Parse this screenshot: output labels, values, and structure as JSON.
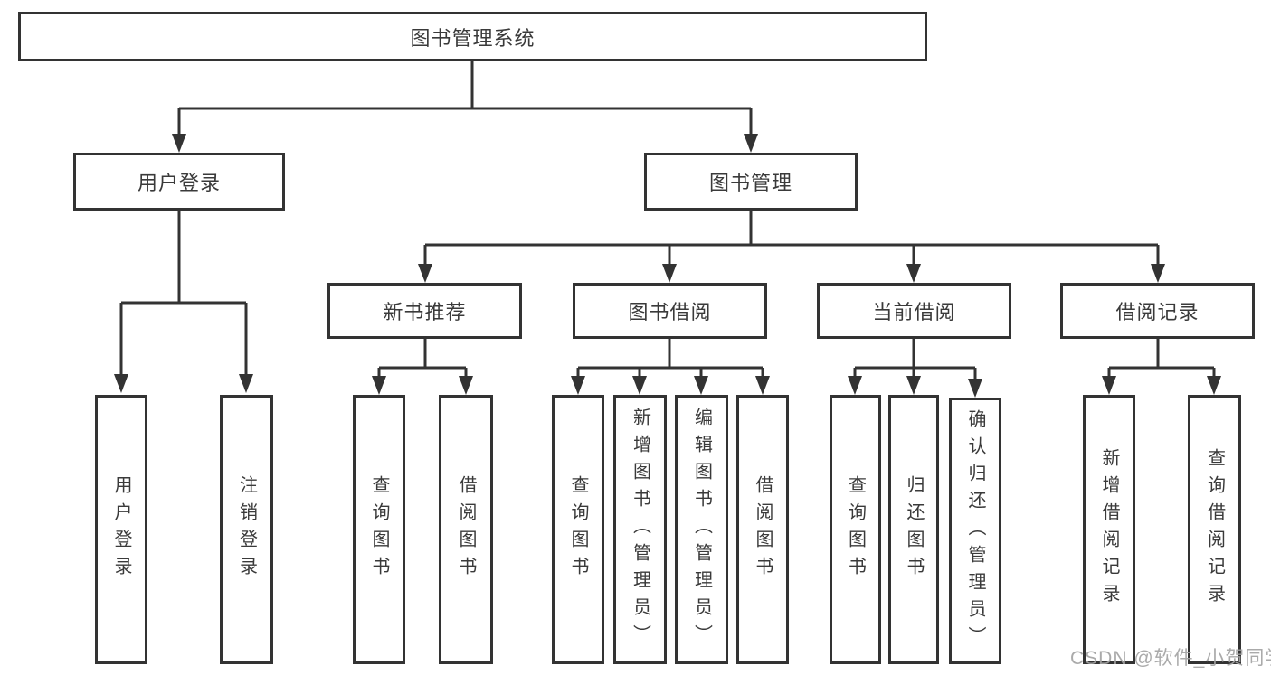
{
  "diagram": {
    "root": {
      "label": "图书管理系统"
    },
    "level2": [
      {
        "id": "user-login",
        "label": "用户登录"
      },
      {
        "id": "book-management",
        "label": "图书管理"
      }
    ],
    "level3": [
      {
        "id": "new-book-recommend",
        "label": "新书推荐"
      },
      {
        "id": "book-borrowing",
        "label": "图书借阅"
      },
      {
        "id": "current-borrowing",
        "label": "当前借阅"
      },
      {
        "id": "borrowing-records",
        "label": "借阅记录"
      }
    ],
    "leaves": {
      "user_login": [
        {
          "label": "用户登录"
        },
        {
          "label": "注销登录"
        }
      ],
      "new_book": [
        {
          "label": "查询图书"
        },
        {
          "label": "借阅图书"
        }
      ],
      "book_borrowing": [
        {
          "label": "查询图书"
        },
        {
          "label": "新增图书（管理员）"
        },
        {
          "label": "编辑图书（管理员）"
        },
        {
          "label": "借阅图书"
        }
      ],
      "current_borrowing": [
        {
          "label": "查询图书"
        },
        {
          "label": "归还图书"
        },
        {
          "label": "确认归还（管理员）"
        }
      ],
      "borrowing_records": [
        {
          "label": "新增借阅记录"
        },
        {
          "label": "查询借阅记录"
        }
      ]
    },
    "watermark": "CSDN @软件_小贺同学",
    "colors": {
      "border": "#333333",
      "text": "#3a3a3a",
      "line": "#333333",
      "watermark": "#a3a3a3",
      "background": "#ffffff"
    }
  }
}
